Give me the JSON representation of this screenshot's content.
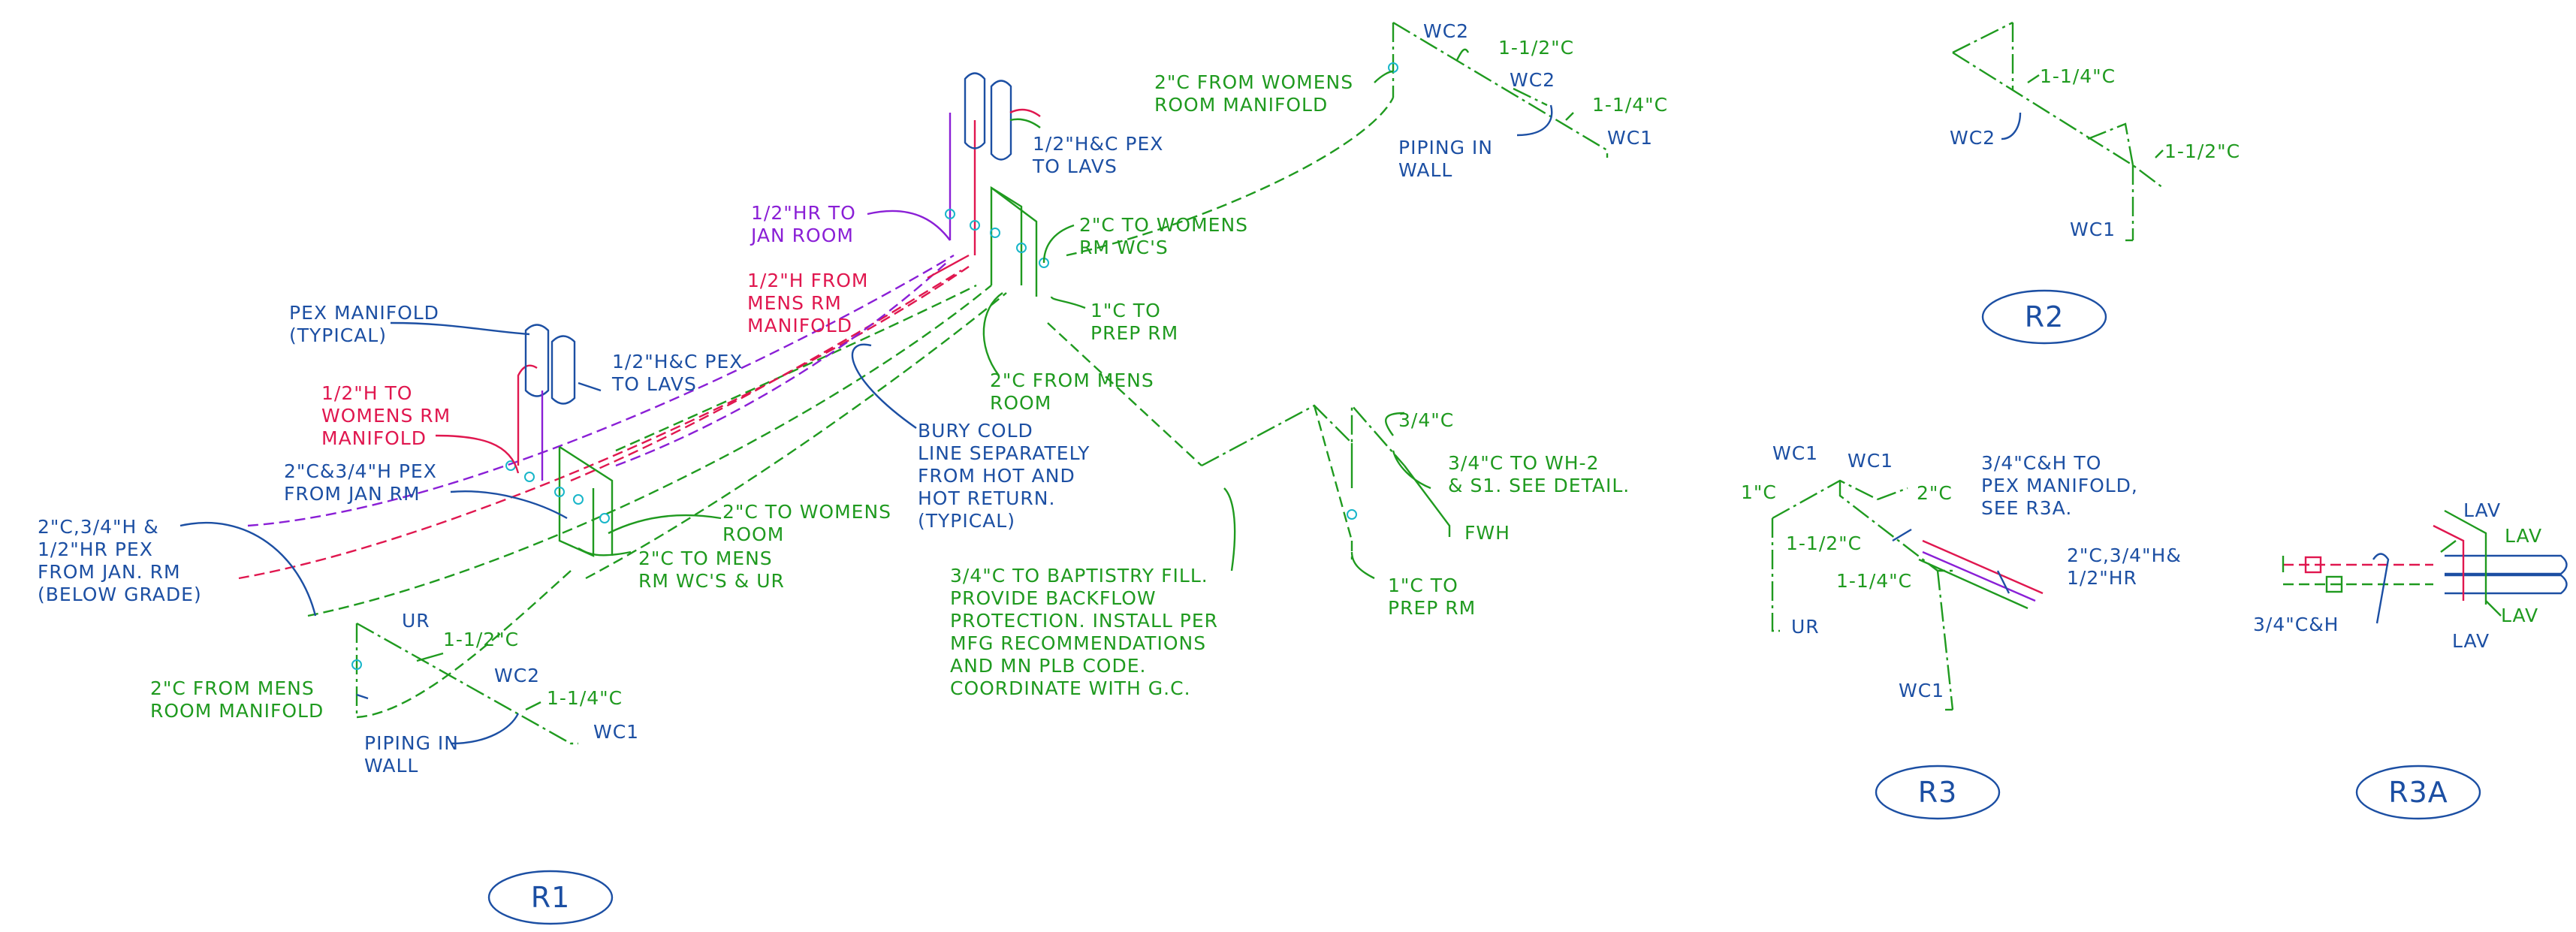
{
  "colors": {
    "cold_water": "#1f9a1f",
    "labels_blue": "#1c4fa3",
    "hot_water": "#e0174f",
    "hot_return": "#8a1fd6",
    "valves": "#18b6c9"
  },
  "tags": {
    "r1": "R1",
    "r2": "R2",
    "r3": "R3",
    "r3a": "R3A"
  },
  "r1": {
    "pex_manifold": [
      "PEX MANIFOLD",
      "(TYPICAL)"
    ],
    "pex_lavs_left": [
      "1/2\"H&C PEX",
      "TO LAVS"
    ],
    "h_womens": [
      "1/2\"H TO",
      "WOMENS RM",
      "MANIFOLD"
    ],
    "from_jan": [
      "2\"C&3/4\"H PEX",
      "FROM JAN RM"
    ],
    "below_grade": [
      "2\"C,3/4\"H &",
      "1/2\"HR PEX",
      "FROM JAN. RM",
      "(BELOW GRADE)"
    ],
    "ur": "UR",
    "size_112": "1-1/2\"C",
    "from_mens_manifold": [
      "2\"C FROM MENS",
      "ROOM MANIFOLD"
    ],
    "wc2": "WC2",
    "size_114": "1-1/4\"C",
    "piping_wall": [
      "PIPING IN",
      "WALL"
    ],
    "wc1": "WC1",
    "to_mens_wcs": [
      "2\"C TO MENS",
      "RM WC'S & UR"
    ],
    "to_womens_room": [
      "2\"C TO WOMENS",
      "ROOM"
    ],
    "bury_cold": [
      "BURY COLD",
      "LINE SEPARATELY",
      "FROM HOT AND",
      "HOT RETURN.",
      "(TYPICAL)"
    ],
    "hr_jan": [
      "1/2\"HR TO",
      "JAN ROOM"
    ],
    "h_from_mens": [
      "1/2\"H FROM",
      "MENS RM",
      "MANIFOLD"
    ],
    "pex_lavs_top": [
      "1/2\"H&C PEX",
      "TO LAVS"
    ],
    "to_womens_wcs": [
      "2\"C TO WOMENS",
      "RM WC'S"
    ],
    "prep_rm_top": [
      "1\"C TO",
      "PREP RM"
    ],
    "from_mens_room": [
      "2\"C FROM MENS",
      "ROOM"
    ],
    "baptistry": [
      "3/4\"C TO BAPTISTRY FILL.",
      "PROVIDE BACKFLOW",
      "PROTECTION. INSTALL PER",
      "MFG RECOMMENDATIONS",
      "AND MN PLB CODE.",
      "COORDINATE WITH G.C."
    ],
    "size_34": "3/4\"C",
    "wh2": [
      "3/4\"C TO WH-2",
      "& S1. SEE DETAIL."
    ],
    "fwh": "FWH",
    "prep_rm_bottom": [
      "1\"C TO",
      "PREP RM"
    ],
    "from_womens_manifold": [
      "2\"C FROM WOMENS",
      "ROOM MANIFOLD"
    ],
    "wc2_top_a": "WC2",
    "size_112_top": "1-1/2\"C",
    "wc2_top_b": "WC2",
    "size_114_top": "1-1/4\"C",
    "piping_wall_top": [
      "PIPING IN",
      "WALL"
    ],
    "wc1_top": "WC1"
  },
  "r2": {
    "size_114": "1-1/4\"C",
    "wc2": "WC2",
    "size_112": "1-1/2\"C",
    "wc1": "WC1"
  },
  "r3": {
    "wc1_a": "WC1",
    "wc1_b": "WC1",
    "size_1": "1\"C",
    "size_2": "2\"C",
    "pex_manifold": [
      "3/4\"C&H TO",
      "PEX MANIFOLD,",
      "SEE R3A."
    ],
    "size_112": "1-1/2\"C",
    "size_114": "1-1/4\"C",
    "mixed": [
      "2\"C,3/4\"H&",
      "1/2\"HR"
    ],
    "ur": "UR",
    "wc1_bottom": "WC1"
  },
  "r3a": {
    "lav_1": "LAV",
    "lav_2": "LAV",
    "lav_3": "LAV",
    "lav_4": "LAV",
    "ch": "3/4\"C&H"
  }
}
